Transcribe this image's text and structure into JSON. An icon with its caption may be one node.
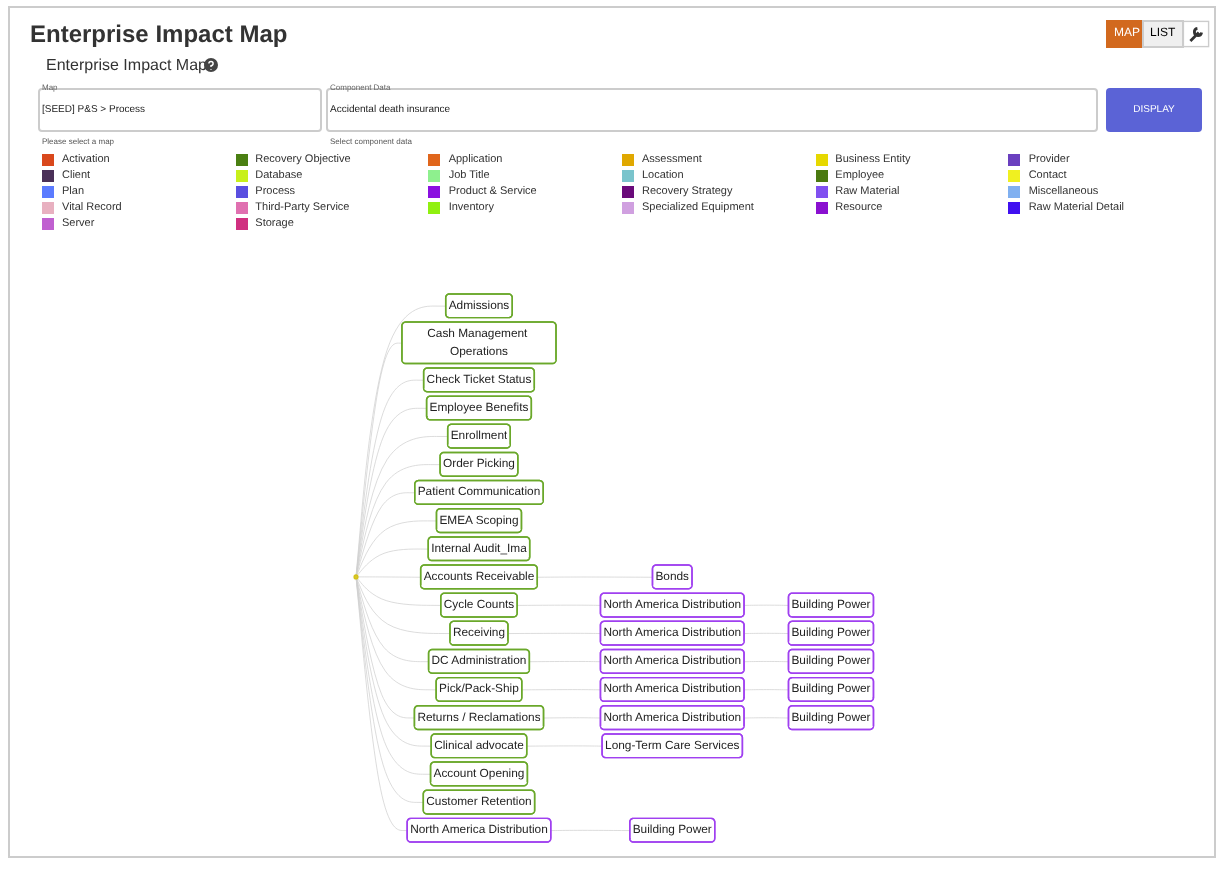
{
  "diagram": {
    "title": "Enterprise Impact Map",
    "nodes": [
      {
        "text": [],
        "shape": "circle"
      },
      {
        "text": [
          "Admissions"
        ]
      },
      {
        "text": [
          "Cash Management Operations"
        ]
      },
      {
        "text": [
          "Check Ticket Status"
        ]
      },
      {
        "text": [
          "Employee Benefits"
        ]
      },
      {
        "text": [
          "Enrollment"
        ]
      },
      {
        "text": [
          "Order Picking"
        ]
      },
      {
        "text": [
          "Patient Communication"
        ]
      },
      {
        "text": [
          "EMEA Scoping"
        ]
      },
      {
        "text": [
          "Internal Audit_Ima"
        ]
      },
      {
        "text": [
          "Accounts Receivable"
        ]
      },
      {
        "text": [
          "Bonds"
        ]
      },
      {
        "text": [
          "Cycle Counts"
        ]
      },
      {
        "text": [
          "North America Distribution"
        ]
      },
      {
        "text": [
          "Building Power"
        ]
      },
      {
        "text": [
          "Receiving"
        ]
      },
      {
        "text": [
          "North America Distribution"
        ]
      },
      {
        "text": [
          "Building Power"
        ]
      },
      {
        "text": [
          "DC Administration"
        ]
      },
      {
        "text": [
          "North America Distribution"
        ]
      },
      {
        "text": [
          "Building Power"
        ]
      },
      {
        "text": [
          "Pick/Pack-Ship"
        ]
      },
      {
        "text": [
          "North America Distribution"
        ]
      },
      {
        "text": [
          "Building Power"
        ]
      },
      {
        "text": [
          "Returns / Reclamations"
        ]
      },
      {
        "text": [
          "North America Distribution"
        ]
      },
      {
        "text": [
          "Building Power"
        ]
      },
      {
        "text": [
          "Clinical advocate"
        ]
      },
      {
        "text": [
          "Long-Term Care Services"
        ]
      },
      {
        "text": [
          "Account Opening"
        ]
      },
      {
        "text": [
          "Customer Retention"
        ]
      },
      {
        "text": [
          "North America Distribution"
        ]
      },
      {
        "text": [
          "Building Power"
        ]
      }
    ],
    "edges": [
      {
        "from": 0,
        "to": 1,
        "arrow": "none"
      },
      {
        "from": 0,
        "to": 2,
        "arrow": "none"
      },
      {
        "from": 0,
        "to": 3,
        "arrow": "none"
      },
      {
        "from": 0,
        "to": 4,
        "arrow": "none"
      },
      {
        "from": 0,
        "to": 5,
        "arrow": "none"
      },
      {
        "from": 0,
        "to": 6,
        "arrow": "none"
      },
      {
        "from": 0,
        "to": 7,
        "arrow": "none"
      },
      {
        "from": 0,
        "to": 8,
        "arrow": "none"
      },
      {
        "from": 0,
        "to": 9,
        "arrow": "none"
      },
      {
        "from": 0,
        "to": 10,
        "arrow": "none"
      },
      {
        "from": 10,
        "to": 11,
        "arrow": "none"
      },
      {
        "from": 0,
        "to": 12,
        "arrow": "none"
      },
      {
        "from": 12,
        "to": 13,
        "arrow": "none"
      },
      {
        "from": 13,
        "to": 14,
        "arrow": "none"
      },
      {
        "from": 0,
        "to": 15,
        "arrow": "none"
      },
      {
        "from": 15,
        "to": 16,
        "arrow": "none"
      },
      {
        "from": 16,
        "to": 17,
        "arrow": "none"
      },
      {
        "from": 0,
        "to": 18,
        "arrow": "none"
      },
      {
        "from": 18,
        "to": 19,
        "arrow": "none"
      },
      {
        "from": 19,
        "to": 20,
        "arrow": "none"
      },
      {
        "from": 0,
        "to": 21,
        "arrow": "none"
      },
      {
        "from": 21,
        "to": 22,
        "arrow": "none"
      },
      {
        "from": 22,
        "to": 23,
        "arrow": "none"
      },
      {
        "from": 0,
        "to": 24,
        "arrow": "none"
      },
      {
        "from": 24,
        "to": 25,
        "arrow": "none"
      },
      {
        "from": 25,
        "to": 26,
        "arrow": "none"
      },
      {
        "from": 0,
        "to": 27,
        "arrow": "none"
      },
      {
        "from": 27,
        "to": 28,
        "arrow": "none"
      },
      {
        "from": 0,
        "to": 29,
        "arrow": "none"
      },
      {
        "from": 0,
        "to": 30,
        "arrow": "none"
      },
      {
        "from": 0,
        "to": 31,
        "arrow": "none"
      },
      {
        "from": 31,
        "to": 32,
        "arrow": "none"
      }
    ],
    "labels": [
      "MAP",
      "LIST",
      "Enterprise Impact Map",
      "Map",
      "[SEED] P&S > Process",
      "Please select a map",
      "Component Data",
      "Accidental death insurance",
      "Select component data",
      "DISPLAY"
    ],
    "legend": [
      {
        "text": "Activation",
        "color": "#d9481c"
      },
      {
        "text": "Recovery Objective",
        "color": "#4a7f12"
      },
      {
        "text": "Application",
        "color": "#e0661c"
      },
      {
        "text": "Assessment",
        "color": "#e0a800"
      },
      {
        "text": "Business Entity",
        "color": "#e6d800"
      },
      {
        "text": "Provider",
        "color": "#6a3fbf"
      },
      {
        "text": "Client",
        "color": "#4a3058"
      },
      {
        "text": "Database",
        "color": "#c8f01a"
      },
      {
        "text": "Job Title",
        "color": "#8ef08e"
      },
      {
        "text": "Location",
        "color": "#7ac4cc"
      },
      {
        "text": "Employee",
        "color": "#4a7a10"
      },
      {
        "text": "Contact",
        "color": "#f0f020"
      },
      {
        "text": "Plan",
        "color": "#5b7bff"
      },
      {
        "text": "Process",
        "color": "#5a4fe0"
      },
      {
        "text": "Product & Service",
        "color": "#8a10e0"
      },
      {
        "text": "Recovery Strategy",
        "color": "#6a0a7a"
      },
      {
        "text": "Raw Material",
        "color": "#8050f0"
      },
      {
        "text": "Miscellaneous",
        "color": "#80b0f0"
      },
      {
        "text": "Vital Record",
        "color": "#e8b0c0"
      },
      {
        "text": "Third-Party Service",
        "color": "#e070b0"
      },
      {
        "text": "Inventory",
        "color": "#90f010"
      },
      {
        "text": "Specialized Equipment",
        "color": "#d0a0e0"
      },
      {
        "text": "Resource",
        "color": "#8a10d0"
      },
      {
        "text": "Raw Material Detail",
        "color": "#4010f0"
      },
      {
        "text": "Server",
        "color": "#c060d0"
      },
      {
        "text": "Storage",
        "color": "#d03080"
      }
    ]
  }
}
